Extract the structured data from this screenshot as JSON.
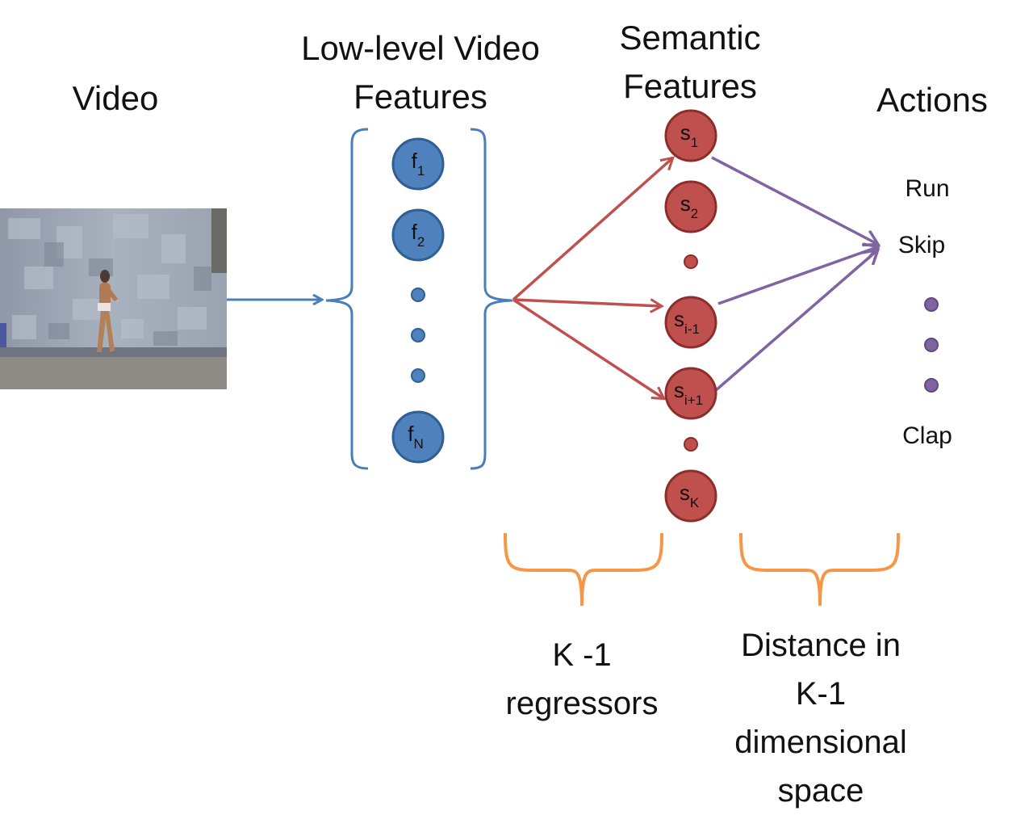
{
  "headings": {
    "video": "Video",
    "low_level_line1": "Low-level Video",
    "low_level_line2": "Features",
    "semantic_line1": "Semantic",
    "semantic_line2": "Features",
    "actions": "Actions"
  },
  "feature_nodes": [
    {
      "base": "f",
      "sub": "1"
    },
    {
      "base": "f",
      "sub": "2"
    },
    {
      "base": "f",
      "sub": "N"
    }
  ],
  "semantic_nodes": [
    {
      "base": "s",
      "sub": "1"
    },
    {
      "base": "s",
      "sub": "2"
    },
    {
      "base": "s",
      "sub": "i-1"
    },
    {
      "base": "s",
      "sub": "i+1"
    },
    {
      "base": "s",
      "sub": "K"
    }
  ],
  "actions": [
    "Run",
    "Skip",
    "Clap"
  ],
  "bottom_labels": {
    "regressors": [
      "K -1",
      "regressors"
    ],
    "distance": [
      "Distance in",
      "K-1",
      "dimensional",
      "space"
    ]
  },
  "colors": {
    "blue": "#4a7ebb",
    "blue_fill": "#4f81bd",
    "blue_stroke": "#2f5f93",
    "red": "#c0504d",
    "red_fill": "#c0504d",
    "red_stroke": "#8c2f2c",
    "purple": "#8064a2",
    "orange": "#f79646"
  }
}
